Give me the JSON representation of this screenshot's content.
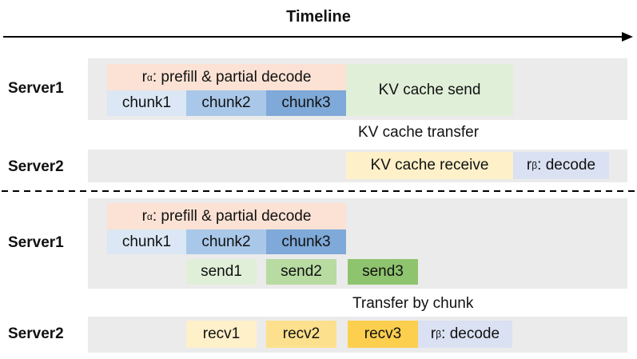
{
  "title": "Timeline",
  "top": {
    "server1": "Server1",
    "server2": "Server2",
    "prefill": {
      "base": "r",
      "sup": "α",
      "rest": ": prefill & partial decode"
    },
    "chunks": [
      "chunk1",
      "chunk2",
      "chunk3"
    ],
    "kv_send": "KV cache send",
    "transfer_caption": "KV cache transfer",
    "kv_receive": "KV cache receive",
    "decode": {
      "base": "r",
      "sup": "β",
      "rest": ": decode"
    }
  },
  "bottom": {
    "server1": "Server1",
    "server2": "Server2",
    "prefill": {
      "base": "r",
      "sup": "α",
      "rest": ": prefill & partial decode"
    },
    "chunks": [
      "chunk1",
      "chunk2",
      "chunk3"
    ],
    "sends": [
      "send1",
      "send2",
      "send3"
    ],
    "transfer_caption": "Transfer by chunk",
    "recvs": [
      "recv1",
      "recv2",
      "recv3"
    ],
    "decode": {
      "base": "r",
      "sup": "β",
      "rest": ": decode"
    }
  },
  "colors": {
    "lane": "#ebebeb",
    "prefill": "#fbe2d4",
    "chunk1": "#dbe7f4",
    "chunk2": "#a9c8e9",
    "chunk3": "#7ea9d8",
    "kv_send": "#e0efd8",
    "send1": "#e0efd8",
    "send2": "#b8dba2",
    "send3": "#8fc46f",
    "kv_receive": "#fef0c9",
    "recv1": "#fef0c9",
    "recv2": "#fde08e",
    "recv3": "#fccf4f",
    "decode": "#d9e1f2"
  }
}
